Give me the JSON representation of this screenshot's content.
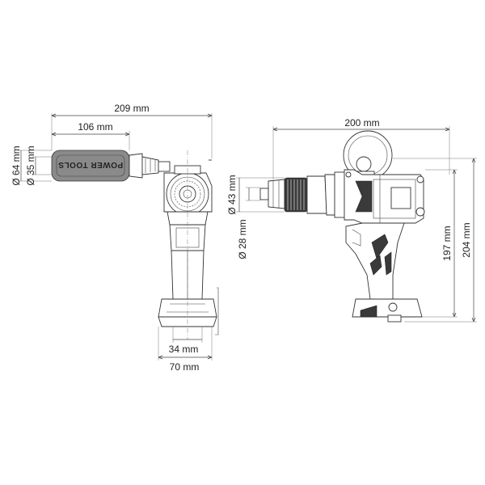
{
  "dimensions": {
    "handle_total_length": "209 mm",
    "handle_grip_length": "106 mm",
    "handle_outer_diameter": "Ø 64 mm",
    "handle_inner_diameter": "Ø 35 mm",
    "base_inner_width": "34 mm",
    "base_outer_width": "70 mm",
    "body_length": "200 mm",
    "chuck_diameter": "Ø 43 mm",
    "collar_diameter": "Ø 28 mm",
    "height_to_base": "197 mm",
    "total_height": "204 mm"
  },
  "grip_label": "POWER TOOLS",
  "colors": {
    "line": "#333333",
    "grip": "#8a8a8a",
    "accent_dark": "#3a3a3a"
  }
}
